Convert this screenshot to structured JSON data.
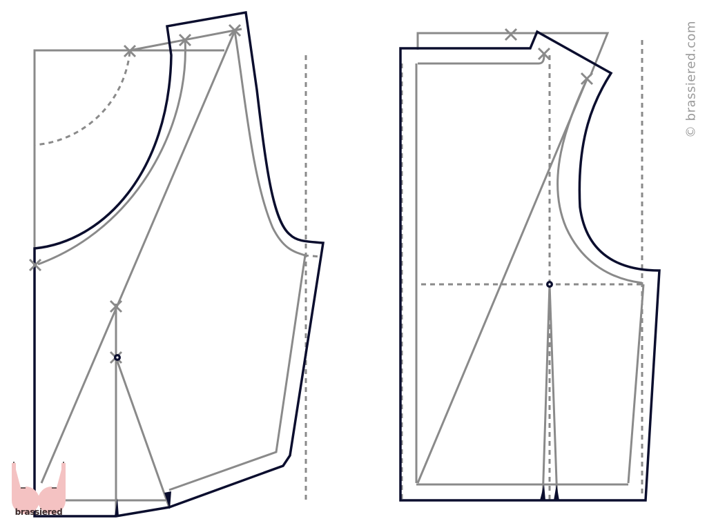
{
  "copyright": "© brassiered.com",
  "logo": {
    "monogram": "bd",
    "wordmark": "brassiered",
    "color": "#f4c2c2"
  },
  "colors": {
    "outline": "#0b0e2e",
    "guide": "#8a8a8a"
  }
}
